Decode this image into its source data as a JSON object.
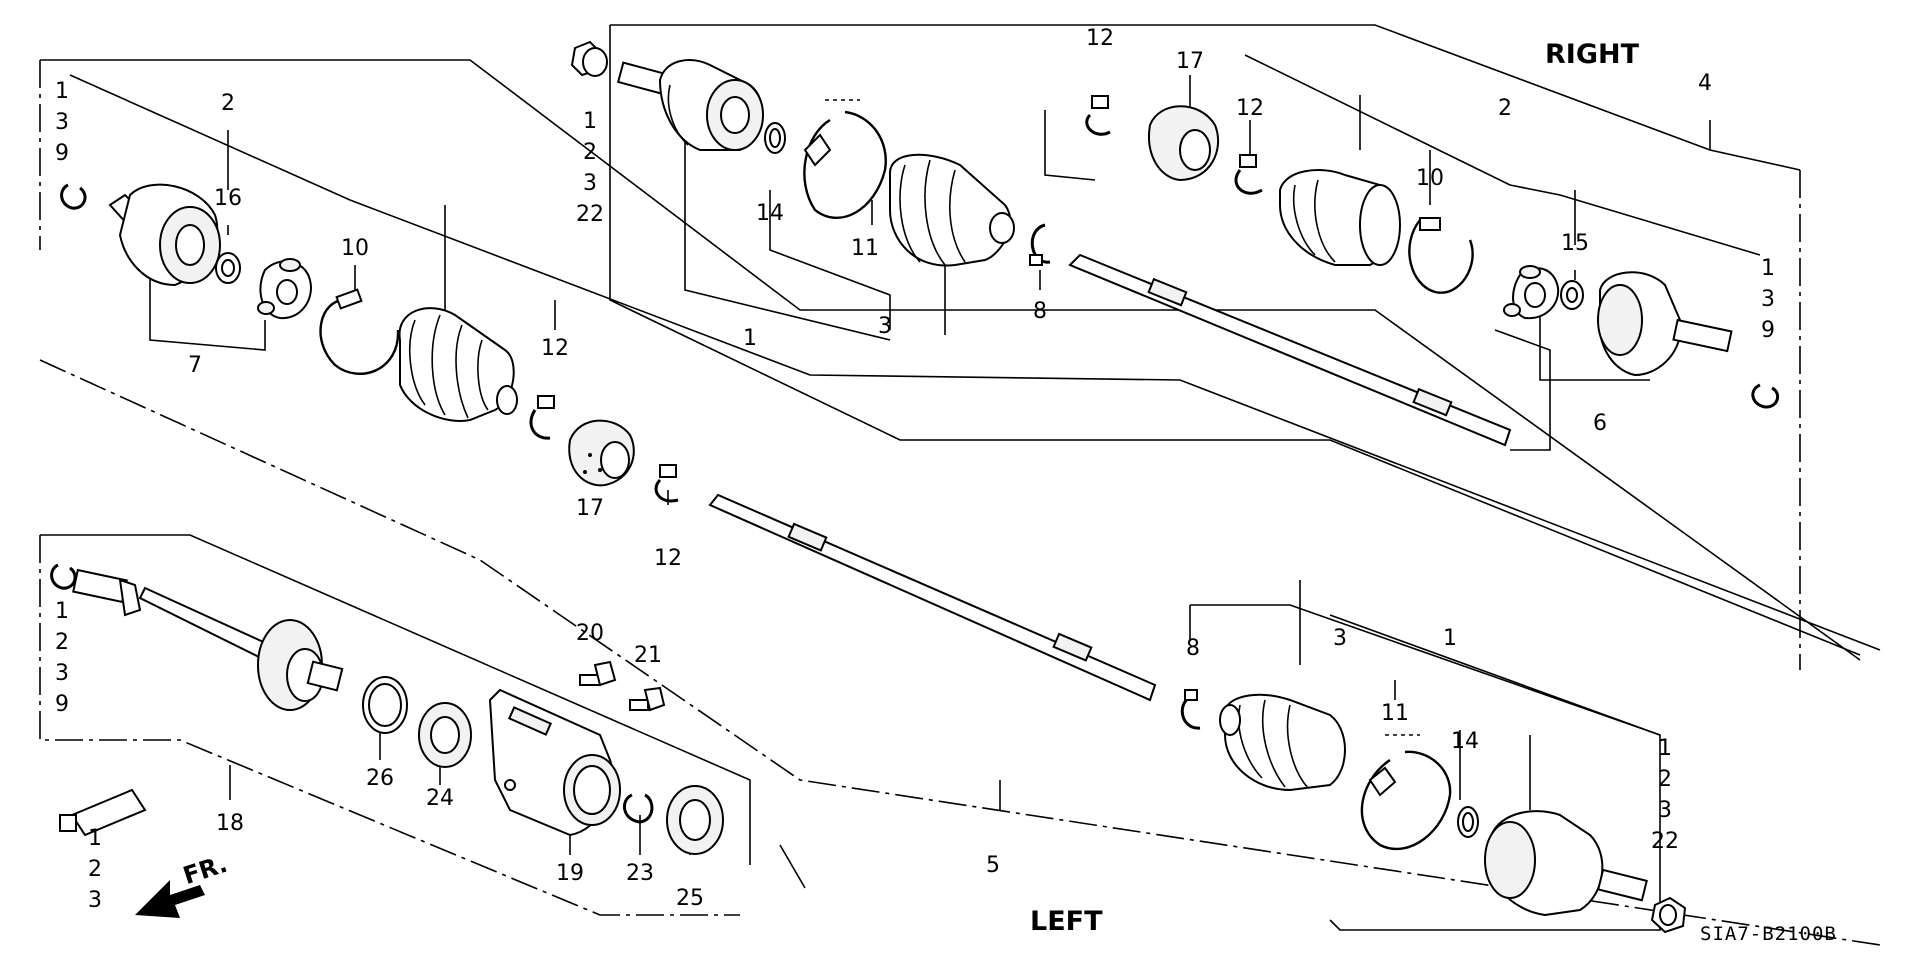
{
  "section_labels": {
    "right": "RIGHT",
    "left": "LEFT",
    "front": "FR."
  },
  "diagram_code": "SIA7-B2100B",
  "callouts": [
    {
      "id": "c-tl-a",
      "text": "1\n3\n9"
    },
    {
      "id": "c-tl-2",
      "text": "2"
    },
    {
      "id": "c-tl-16",
      "text": "16"
    },
    {
      "id": "c-tl-7",
      "text": "7"
    },
    {
      "id": "c-tl-10",
      "text": "10"
    },
    {
      "id": "c-tl-12a",
      "text": "12"
    },
    {
      "id": "c-tl-17",
      "text": "17"
    },
    {
      "id": "c-tl-12b",
      "text": "12"
    },
    {
      "id": "c-tc-a",
      "text": "1\n2\n3\n22"
    },
    {
      "id": "c-tc-14",
      "text": "14"
    },
    {
      "id": "c-tc-11",
      "text": "11"
    },
    {
      "id": "c-tc-1",
      "text": "1"
    },
    {
      "id": "c-tc-3",
      "text": "3"
    },
    {
      "id": "c-tc-8",
      "text": "8"
    },
    {
      "id": "c-tr-12a",
      "text": "12"
    },
    {
      "id": "c-tr-17",
      "text": "17"
    },
    {
      "id": "c-tr-12b",
      "text": "12"
    },
    {
      "id": "c-tr-10",
      "text": "10"
    },
    {
      "id": "c-tr-2",
      "text": "2"
    },
    {
      "id": "c-tr-4",
      "text": "4"
    },
    {
      "id": "c-tr-15",
      "text": "15"
    },
    {
      "id": "c-tr-a",
      "text": "1\n3\n9"
    },
    {
      "id": "c-tr-6",
      "text": "6"
    },
    {
      "id": "c-bl-a",
      "text": "1\n2\n3\n9"
    },
    {
      "id": "c-bl-18",
      "text": "18"
    },
    {
      "id": "c-bl-b",
      "text": "1\n2\n3"
    },
    {
      "id": "c-bl-26",
      "text": "26"
    },
    {
      "id": "c-bl-24",
      "text": "24"
    },
    {
      "id": "c-bl-20",
      "text": "20"
    },
    {
      "id": "c-bl-21",
      "text": "21"
    },
    {
      "id": "c-bl-19",
      "text": "19"
    },
    {
      "id": "c-bl-23",
      "text": "23"
    },
    {
      "id": "c-bl-25",
      "text": "25"
    },
    {
      "id": "c-bc-5",
      "text": "5"
    },
    {
      "id": "c-br-8",
      "text": "8"
    },
    {
      "id": "c-br-3",
      "text": "3"
    },
    {
      "id": "c-br-1",
      "text": "1"
    },
    {
      "id": "c-br-11",
      "text": "11"
    },
    {
      "id": "c-br-14",
      "text": "14"
    },
    {
      "id": "c-br-a",
      "text": "1\n2\n3\n22"
    }
  ]
}
